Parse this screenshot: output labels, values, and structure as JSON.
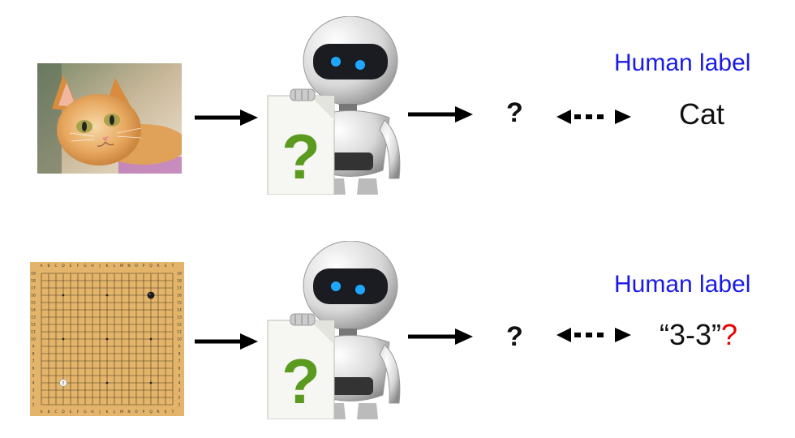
{
  "rows": [
    {
      "input": "cat-photo",
      "model_output": "?",
      "label_title": "Human label",
      "label_value": "Cat",
      "label_suffix": ""
    },
    {
      "input": "go-board",
      "model_output": "?",
      "label_title": "Human label",
      "label_value": "“3-3”",
      "label_suffix": "?"
    }
  ],
  "robot_sign": "?",
  "go_board": {
    "columns": [
      "A",
      "B",
      "C",
      "D",
      "E",
      "F",
      "G",
      "H",
      "J",
      "K",
      "L",
      "M",
      "N",
      "O",
      "P",
      "Q",
      "R",
      "S",
      "T"
    ],
    "rows": [
      "19",
      "18",
      "17",
      "16",
      "15",
      "14",
      "13",
      "12",
      "11",
      "10",
      "9",
      "8",
      "7",
      "6",
      "5",
      "4",
      "3",
      "2",
      "1"
    ],
    "stones": [
      {
        "color": "black",
        "point": "Q16"
      },
      {
        "color": "white",
        "point": "D4",
        "number": "2"
      }
    ]
  },
  "colors": {
    "human_label": "#1a1ae6",
    "question_accent": "#e60000",
    "sign_question": "#5a9a1e",
    "board": "#e3b46a",
    "robot_eye": "#1fa7ff"
  }
}
